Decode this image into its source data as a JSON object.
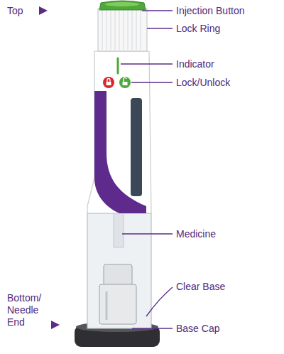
{
  "diagram": {
    "labels": [
      "Top",
      "Injection Button",
      "Lock Ring",
      "Indicator",
      "Lock/Unlock",
      "Medicine",
      "Clear Base",
      "Bottom/ Needle End",
      "Base Cap"
    ]
  }
}
